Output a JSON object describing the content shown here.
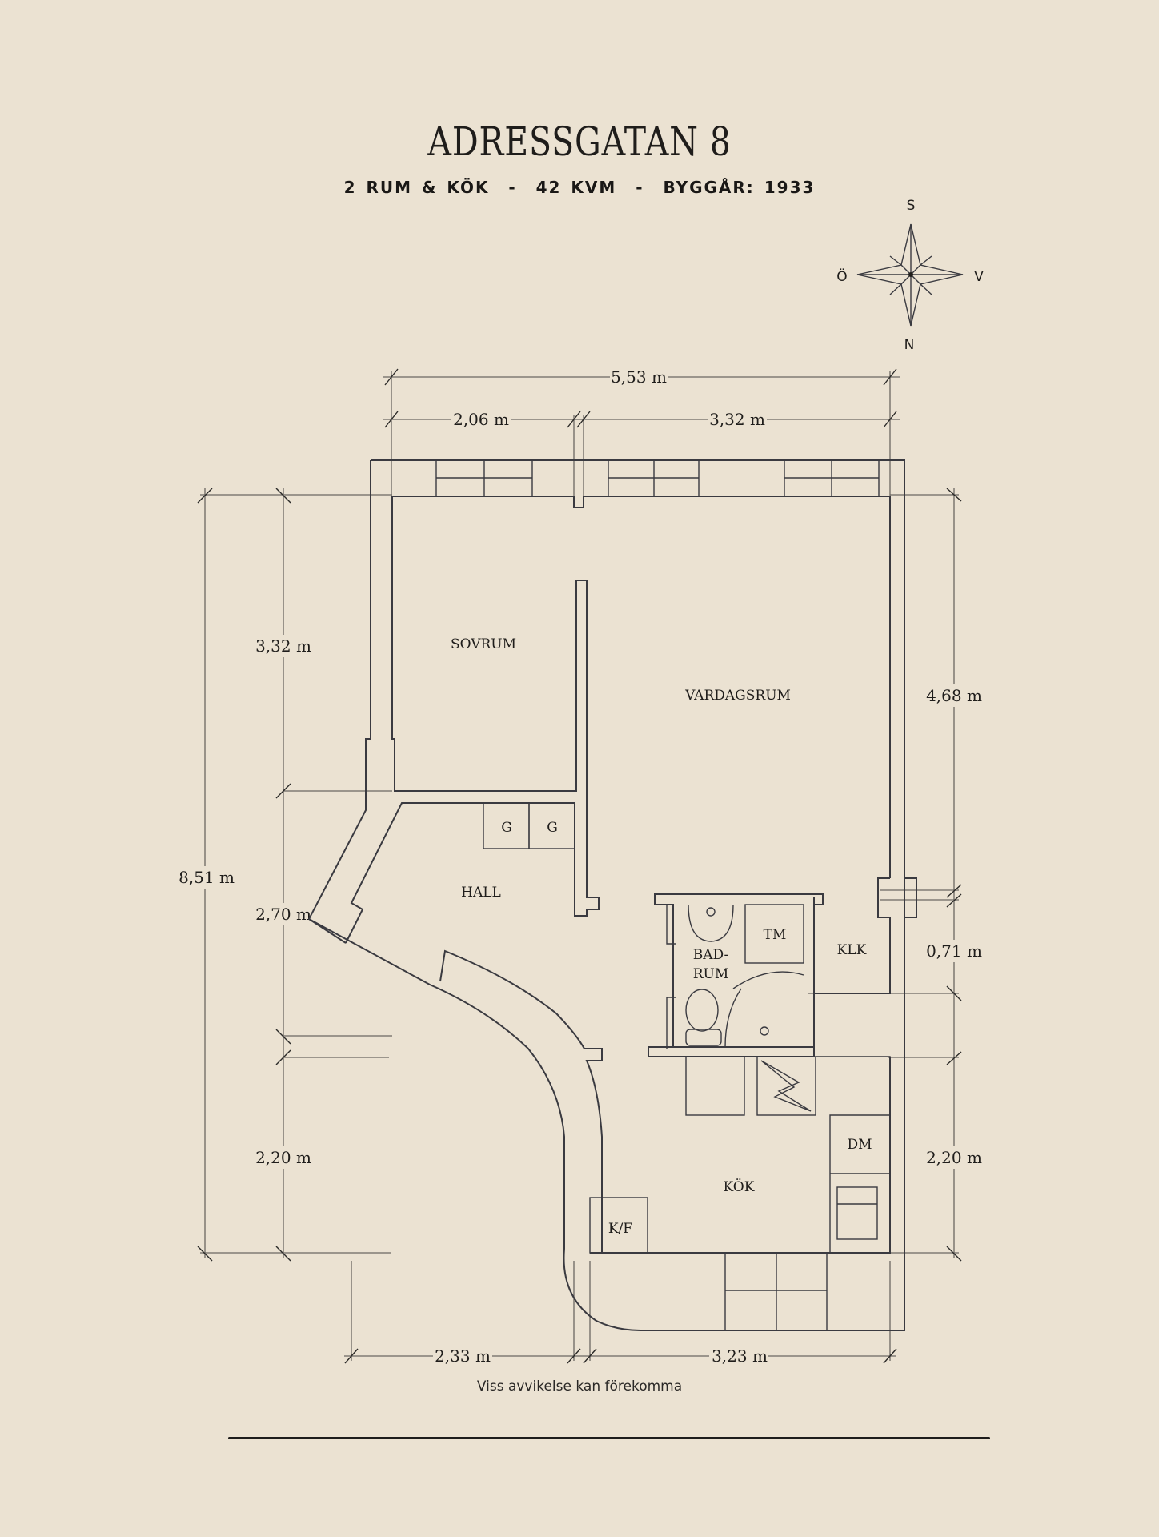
{
  "header": {
    "title": "ADRESSGATAN 8",
    "subtitle": "2 RUM & KÖK  -  42 KVM  -  BYGGÅR: 1933"
  },
  "compass": {
    "icon": "compass-rose-icon",
    "north": "N",
    "south": "S",
    "east": "Ö",
    "west": "V"
  },
  "rooms": {
    "sovrum": "SOVRUM",
    "vardagsrum": "VARDAGSRUM",
    "hall": "HALL",
    "badrum_line1": "BAD-",
    "badrum_line2": "RUM",
    "klk": "KLK",
    "kok": "KÖK"
  },
  "fixtures": {
    "garderob_1": "G",
    "garderob_2": "G",
    "tvattmaskin": "TM",
    "diskmaskin": "DM",
    "kyl_frys": "K/F"
  },
  "dimensions": {
    "top_total": "5,53 m",
    "top_left": "2,06 m",
    "top_right": "3,32 m",
    "left_total": "8,51 m",
    "left_upper": "3,32 m",
    "left_middle": "2,70 m",
    "left_lower": "2,20 m",
    "right_upper": "4,68 m",
    "right_middle": "0,71 m",
    "right_lower": "2,20 m",
    "bottom_left": "2,33 m",
    "bottom_right": "3,23 m"
  },
  "footer": {
    "note": "Viss avvikelse kan förekomma"
  }
}
